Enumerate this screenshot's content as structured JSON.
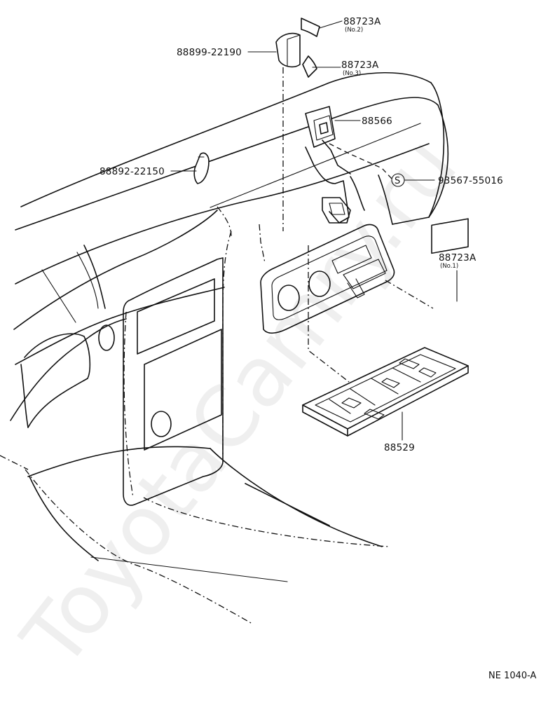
{
  "watermark": "ToyotaCamry.ru",
  "parts": [
    {
      "id": "p1",
      "label": "88723A",
      "sub": "(No.2)"
    },
    {
      "id": "p2",
      "label": "88899-22190",
      "sub": ""
    },
    {
      "id": "p3",
      "label": "88723A",
      "sub": "(No.3)"
    },
    {
      "id": "p4",
      "label": "88566",
      "sub": ""
    },
    {
      "id": "p5",
      "label": "88892-22150",
      "sub": ""
    },
    {
      "id": "p6",
      "label": "93567-55016",
      "sub": ""
    },
    {
      "id": "p7",
      "label": "88723A",
      "sub": "(No.1)"
    },
    {
      "id": "p8",
      "label": "88529",
      "sub": ""
    }
  ],
  "screw_symbol": "S",
  "diagram_code": "NE 1040-A"
}
